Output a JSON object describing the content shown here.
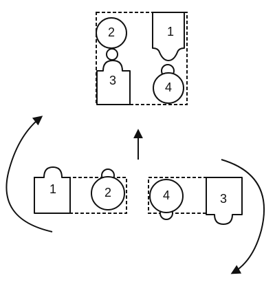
{
  "diagram": {
    "top_group": {
      "labels": [
        "2",
        "1",
        "3",
        "4"
      ]
    },
    "bottom_left_group": {
      "labels": [
        "1",
        "2"
      ]
    },
    "bottom_right_group": {
      "labels": [
        "4",
        "3"
      ]
    }
  }
}
